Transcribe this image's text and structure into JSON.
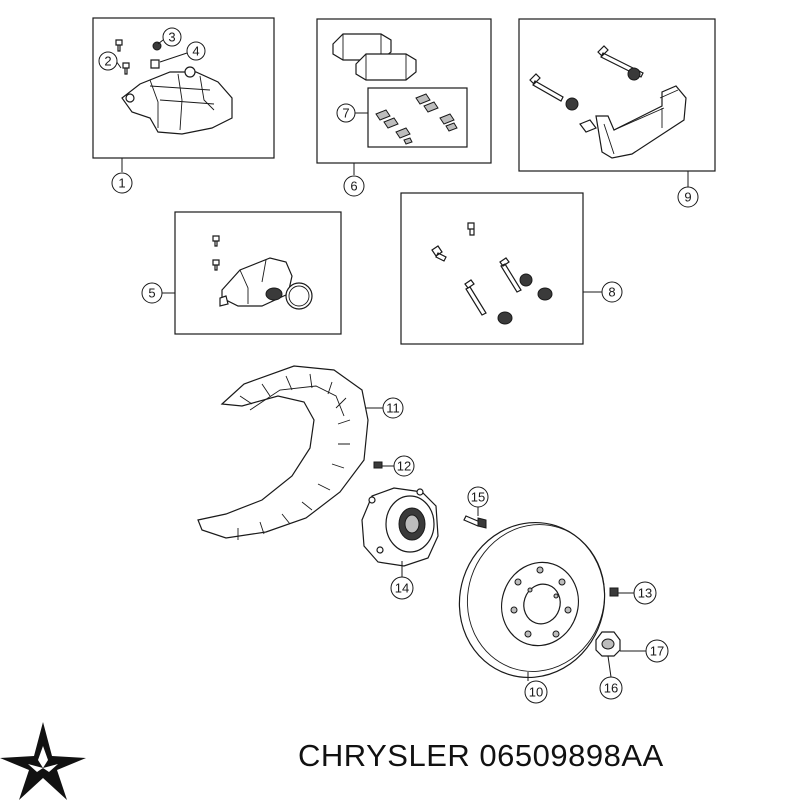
{
  "brand": {
    "name": "CHRYSLER",
    "part_number": "06509898AA",
    "logo_icon": "chrysler-pentastar-icon"
  },
  "callouts": {
    "c1": "1",
    "c2": "2",
    "c3": "3",
    "c4": "4",
    "c5": "5",
    "c6": "6",
    "c7": "7",
    "c8": "8",
    "c9": "9",
    "c10": "10",
    "c11": "11",
    "c12": "12",
    "c13": "13",
    "c14": "14",
    "c15": "15",
    "c16": "16",
    "c17": "17"
  },
  "colors": {
    "line": "#1a1a1a",
    "text": "#111111",
    "background": "#ffffff"
  }
}
